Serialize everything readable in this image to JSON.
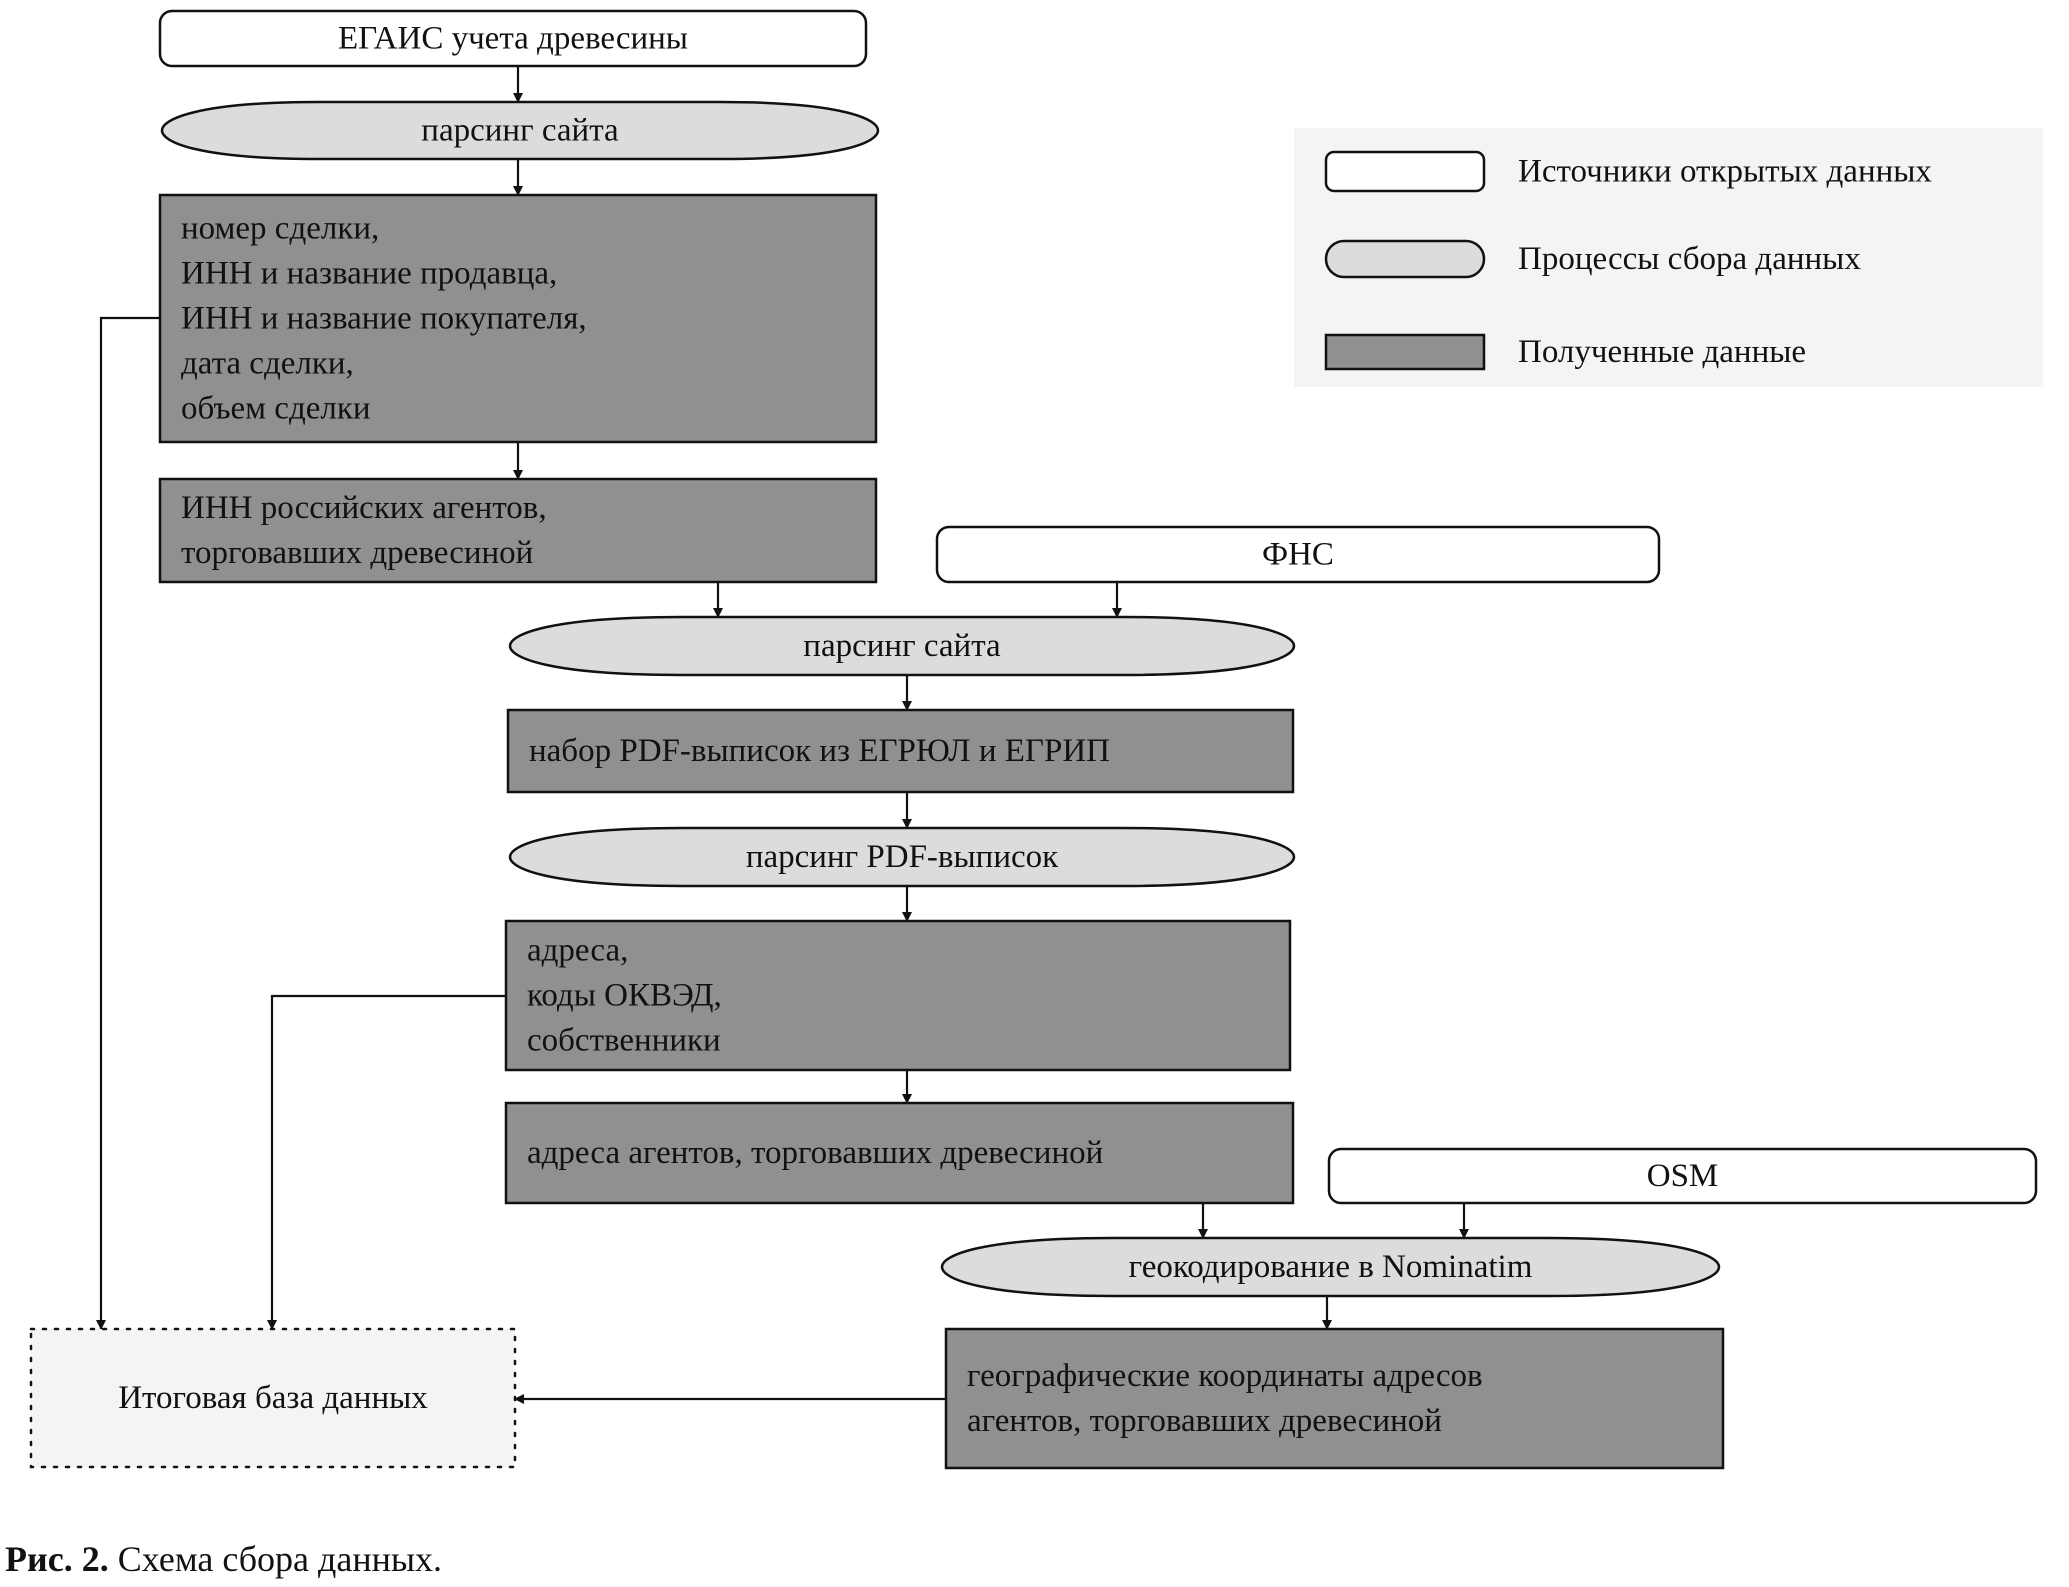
{
  "figure": {
    "caption_label": "Рис. 2.",
    "caption_text": " Схема сбора данных."
  },
  "colors": {
    "source_fill": "#ffffff",
    "process_fill": "#dcdcdc",
    "data_fill": "#909090",
    "result_fill": "#f4f4f4",
    "legend_bg": "#f4f4f4",
    "stroke": "#111111"
  },
  "legend": {
    "items": [
      {
        "kind": "source",
        "label": "Источники открытых данных"
      },
      {
        "kind": "process",
        "label": "Процессы сбора данных"
      },
      {
        "kind": "data",
        "label": "Полученные данные"
      }
    ]
  },
  "nodes": [
    {
      "id": "egais",
      "kind": "source",
      "lines": [
        "ЕГАИС учета древесины"
      ],
      "align": "center"
    },
    {
      "id": "parse-site-1",
      "kind": "process",
      "lines": [
        "парсинг сайта"
      ],
      "align": "center"
    },
    {
      "id": "deal-fields",
      "kind": "data",
      "lines": [
        "номер сделки,",
        "ИНН и название продавца,",
        "ИНН и название покупателя,",
        "дата сделки,",
        "объем сделки"
      ],
      "align": "left"
    },
    {
      "id": "inn-agents",
      "kind": "data",
      "lines": [
        "ИНН российских агентов,",
        "торговавших древесиной"
      ],
      "align": "left"
    },
    {
      "id": "fns",
      "kind": "source",
      "lines": [
        "ФНС"
      ],
      "align": "center"
    },
    {
      "id": "parse-site-2",
      "kind": "process",
      "lines": [
        "парсинг сайта"
      ],
      "align": "center"
    },
    {
      "id": "pdf-set",
      "kind": "data",
      "lines": [
        "набор PDF-выписок из ЕГРЮЛ и ЕГРИП"
      ],
      "align": "left"
    },
    {
      "id": "parse-pdf",
      "kind": "process",
      "lines": [
        "парсинг PDF-выписок"
      ],
      "align": "center"
    },
    {
      "id": "addr-okved",
      "kind": "data",
      "lines": [
        "адреса,",
        "коды ОКВЭД,",
        "собственники"
      ],
      "align": "left"
    },
    {
      "id": "agent-addr",
      "kind": "data",
      "lines": [
        "адреса агентов, торговавших древесиной"
      ],
      "align": "left"
    },
    {
      "id": "osm",
      "kind": "source",
      "lines": [
        "OSM"
      ],
      "align": "center"
    },
    {
      "id": "geocode",
      "kind": "process",
      "lines": [
        "геокодирование в Nominatim"
      ],
      "align": "center"
    },
    {
      "id": "geo-coords",
      "kind": "data",
      "lines": [
        "географические координаты адресов",
        "агентов, торговавших древесиной"
      ],
      "align": "left"
    },
    {
      "id": "final-db",
      "kind": "result",
      "lines": [
        "Итоговая база данных"
      ],
      "align": "center"
    }
  ],
  "edges": [
    {
      "from": "egais",
      "to": "parse-site-1"
    },
    {
      "from": "parse-site-1",
      "to": "deal-fields"
    },
    {
      "from": "deal-fields",
      "to": "inn-agents"
    },
    {
      "from": "deal-fields",
      "to": "final-db"
    },
    {
      "from": "inn-agents",
      "to": "parse-site-2"
    },
    {
      "from": "fns",
      "to": "parse-site-2"
    },
    {
      "from": "parse-site-2",
      "to": "pdf-set"
    },
    {
      "from": "pdf-set",
      "to": "parse-pdf"
    },
    {
      "from": "parse-pdf",
      "to": "addr-okved"
    },
    {
      "from": "addr-okved",
      "to": "agent-addr"
    },
    {
      "from": "addr-okved",
      "to": "final-db"
    },
    {
      "from": "agent-addr",
      "to": "geocode"
    },
    {
      "from": "osm",
      "to": "geocode"
    },
    {
      "from": "geocode",
      "to": "geo-coords"
    },
    {
      "from": "geo-coords",
      "to": "final-db"
    }
  ]
}
